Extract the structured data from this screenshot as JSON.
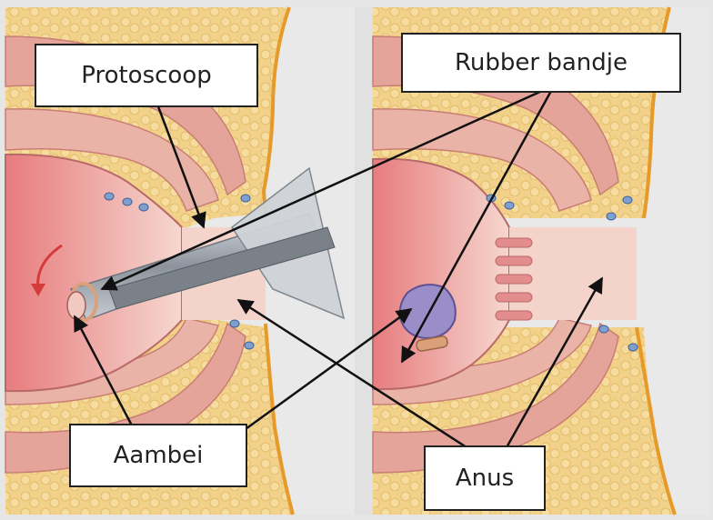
{
  "labels": {
    "protoscoop": "Protoscoop",
    "rubber_band": "Rubber bandje",
    "hemorrhoid": "Aambei",
    "anus": "Anus"
  },
  "colors": {
    "page_bg": "#e9e9e9",
    "fat_tissue": "#f2d28a",
    "muscle": "#e4a49a",
    "mucosa": "#e9a4a1",
    "lumen": "#f7dcd6",
    "border_orange": "#e69a2a",
    "scope_metal": "#9aa0a8",
    "hemorrhoid": "#9b8ec8",
    "band": "#d9a07a",
    "arrow": "#111111"
  }
}
